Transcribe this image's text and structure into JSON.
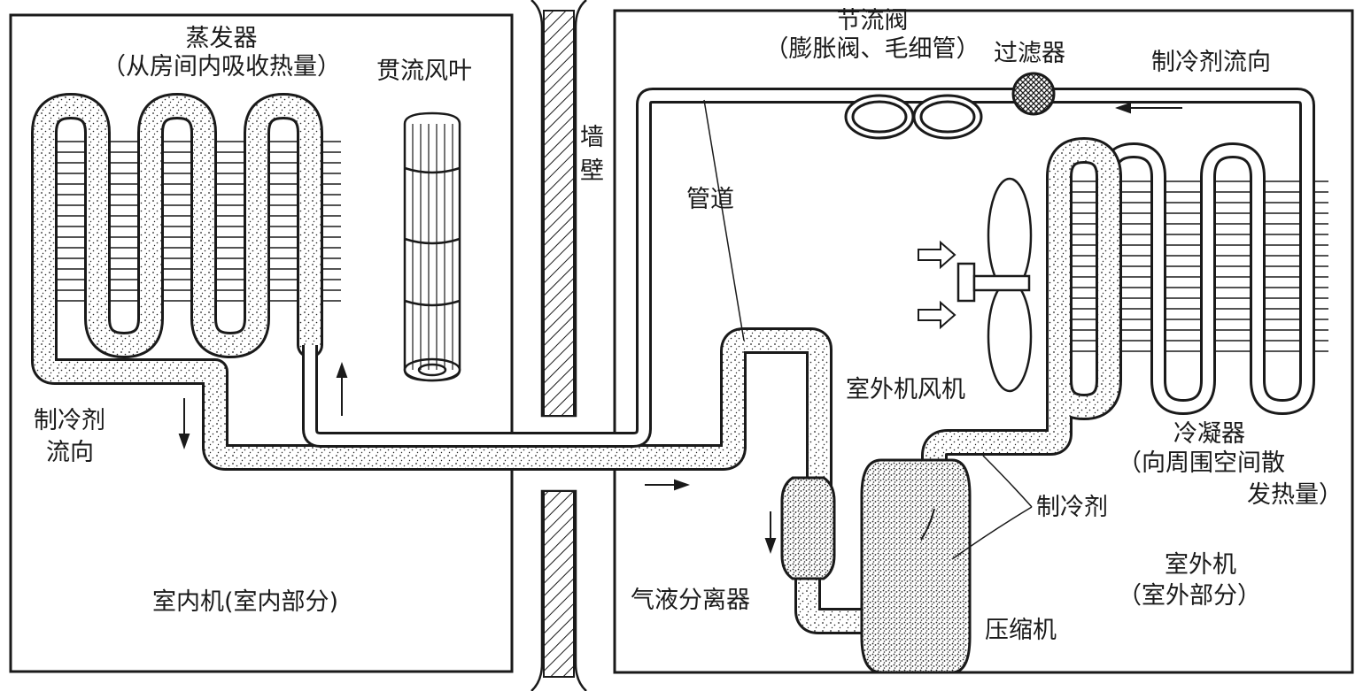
{
  "indoor_unit": {
    "evaporator_title": "蒸发器",
    "evaporator_note": "（从房间内吸收热量）",
    "fan_label": "贯流风叶",
    "refrigerant_flow_line1": "制冷剂",
    "refrigerant_flow_line2": "流向",
    "unit_label": "室内机(室内部分)"
  },
  "wall": {
    "label_line1": "墙",
    "label_line2": "壁"
  },
  "outdoor_unit": {
    "throttle_title": "节流阀",
    "throttle_note": "（膨胀阀、毛细管）",
    "filter_label": "过滤器",
    "refrigerant_flow_label": "制冷剂流向",
    "pipe_label": "管道",
    "fan_label": "室外机风机",
    "condenser_title": "冷凝器",
    "condenser_note_line1": "（向周围空间散",
    "condenser_note_line2": "发热量）",
    "refrigerant_label": "制冷剂",
    "separator_label": "气液分离器",
    "compressor_label": "压缩机",
    "unit_label_line1": "室外机",
    "unit_label_line2": "（室外部分）"
  },
  "colors": {
    "line": "#1a1a1a",
    "pipe_fill": "#d8d8d8",
    "compressor_fill": "#c8c8c8",
    "background": "#ffffff"
  }
}
